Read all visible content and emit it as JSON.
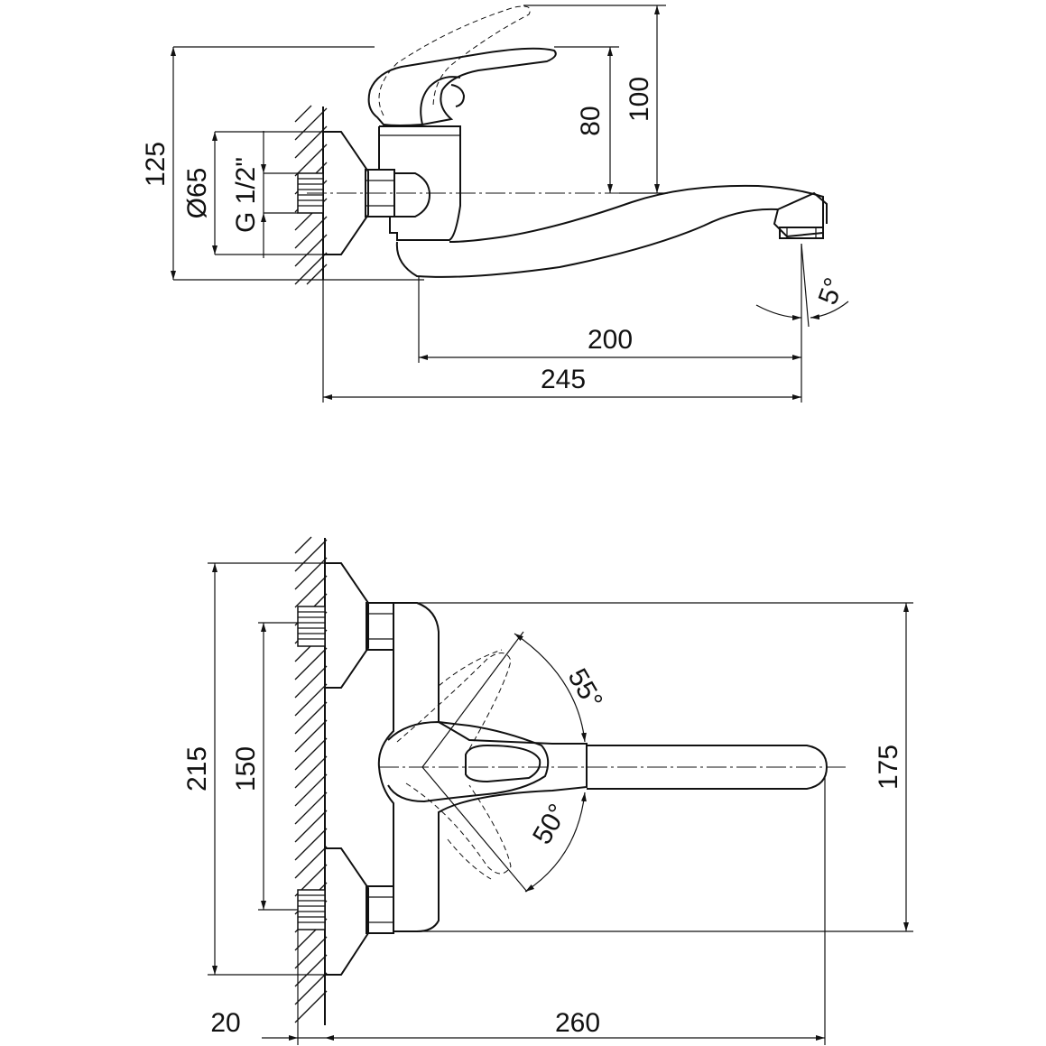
{
  "side_view": {
    "dimensions": {
      "total_height": "125",
      "lever_height": "100",
      "body_height": "80",
      "diameter": "Ø65",
      "thread": "G 1/2\"",
      "spout_reach": "200",
      "total_length": "245",
      "spout_angle": "5°"
    }
  },
  "top_view": {
    "dimensions": {
      "total_width": "215",
      "connection_spacing": "150",
      "spout_offset": "175",
      "wall_offset": "20",
      "total_length": "260",
      "lever_angle_up": "55°",
      "lever_angle_down": "50°"
    }
  }
}
